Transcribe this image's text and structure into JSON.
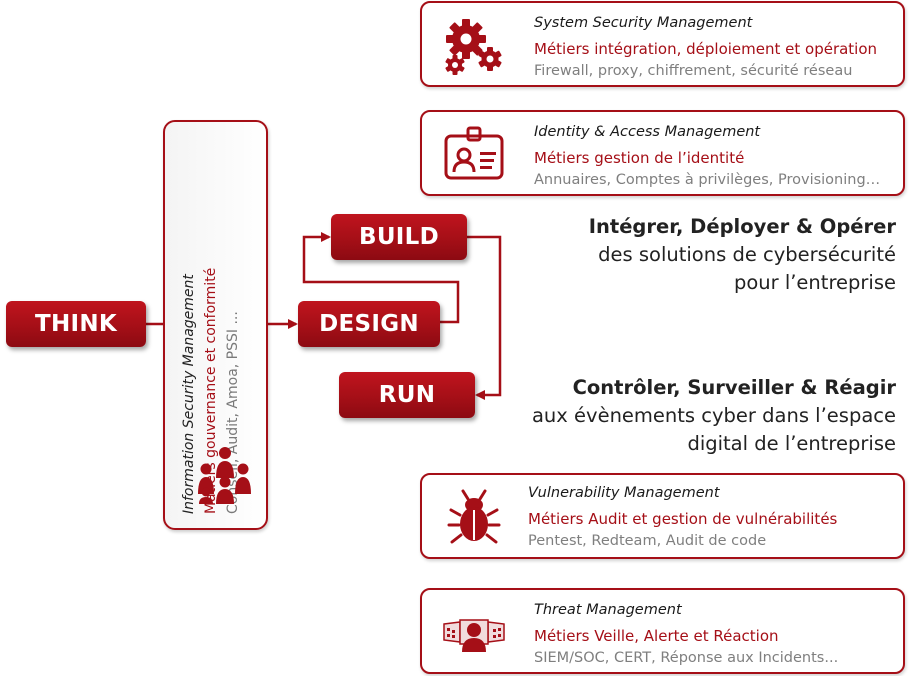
{
  "colors": {
    "accent": "#a50f17",
    "muted_text": "#7f7f7f",
    "text": "#222222"
  },
  "phases": {
    "think": "THINK",
    "build": "BUILD",
    "design": "DESIGN",
    "run": "RUN"
  },
  "ism": {
    "title": "Information Security Management",
    "metiers": "Matiers gouvernance et conformité",
    "detail": "Conseil, Audit, Amoa, PSSI ...",
    "icon": "people-group-icon"
  },
  "boxes": {
    "ssm": {
      "icon": "gears-icon",
      "title": "System Security Management",
      "metiers": "Métiers intégration, déploiement et opération",
      "detail": "Firewall, proxy, chiffrement, sécurité réseau"
    },
    "iam": {
      "icon": "id-badge-icon",
      "title": "Identity & Access Management",
      "metiers": "Métiers gestion de l’identité",
      "detail": "Annuaires, Comptes à privilèges, Provisioning…"
    },
    "vm": {
      "icon": "bug-icon",
      "title": "Vulnerability Management",
      "metiers": "Métiers Audit et gestion de vulnérabilités",
      "detail": "Pentest, Redteam, Audit de code"
    },
    "tm": {
      "icon": "monitoring-screens-icon",
      "title": "Threat Management",
      "metiers": "Métiers Veille, Alerte et Réaction",
      "detail": "SIEM/SOC, CERT, Réponse aux Incidents..."
    }
  },
  "statements": {
    "build": {
      "bold": "Intégrer, Déployer & Opérer",
      "line2": "des solutions de cybersécurité",
      "line3": "pour l’entreprise"
    },
    "run": {
      "bold": "Contrôler, Surveiller & Réagir",
      "line2": "aux évènements cyber dans l’espace",
      "line3": "digital de l’entreprise"
    }
  }
}
